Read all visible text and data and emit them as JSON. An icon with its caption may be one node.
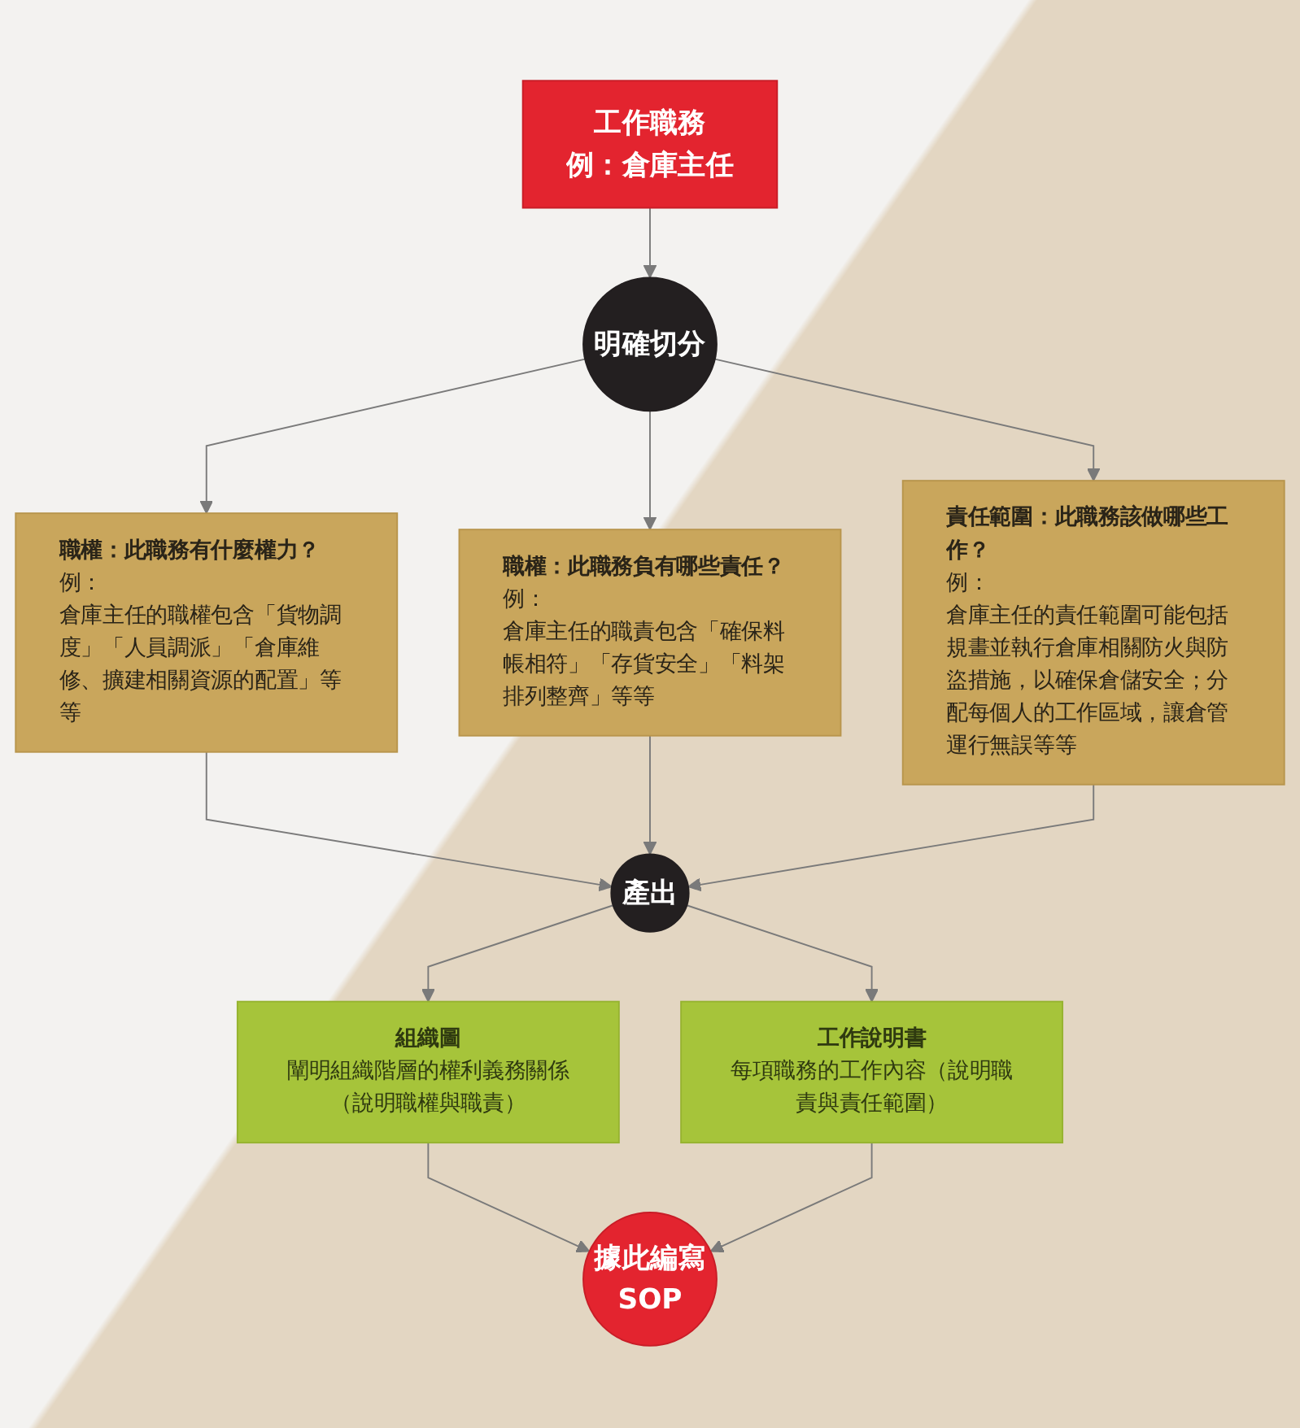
{
  "diagram": {
    "nodes": [
      {
        "text": [
          "工作職務",
          "例：倉庫主任"
        ]
      },
      {
        "text": [
          "明確切分"
        ]
      },
      {
        "text": [
          "職權：此職務有什麼權力？",
          "例：",
          "倉庫主任的職權包含「貨物調度」「人員調派」「倉庫維修、擴建相關資源的配置」等等"
        ]
      },
      {
        "text": [
          "職權：此職務負有哪些責任？",
          "例：",
          "倉庫主任的職責包含「確保料帳相符」「存貨安全」「料架排列整齊」等等"
        ]
      },
      {
        "text": [
          "責任範圍：此職務該做哪些工作？",
          "例：",
          "倉庫主任的責任範圍可能包括規畫並執行倉庫相關防火與防盜措施，以確保倉儲安全；分配每個人的工作區域，讓倉管運行無誤等等"
        ]
      },
      {
        "text": [
          "產出"
        ]
      },
      {
        "text": [
          "組織圖",
          "闡明組織階層的權利義務關係（說明職權與職責）"
        ]
      },
      {
        "text": [
          "工作說明書",
          "每項職務的工作內容（說明職責與責任範圍）"
        ]
      },
      {
        "text": [
          "據此編寫 SOP"
        ]
      }
    ],
    "edges": [
      {
        "from": 0,
        "to": 1,
        "arrow": "to"
      },
      {
        "from": 1,
        "to": 2,
        "arrow": "to"
      },
      {
        "from": 1,
        "to": 3,
        "arrow": "to"
      },
      {
        "from": 1,
        "to": 4,
        "arrow": "to"
      },
      {
        "from": 2,
        "to": 5,
        "arrow": "to"
      },
      {
        "from": 3,
        "to": 5,
        "arrow": "to"
      },
      {
        "from": 4,
        "to": 5,
        "arrow": "to"
      },
      {
        "from": 5,
        "to": 6,
        "arrow": "to"
      },
      {
        "from": 5,
        "to": 7,
        "arrow": "to"
      },
      {
        "from": 6,
        "to": 8,
        "arrow": "to"
      },
      {
        "from": 7,
        "to": 8,
        "arrow": "to"
      }
    ]
  }
}
